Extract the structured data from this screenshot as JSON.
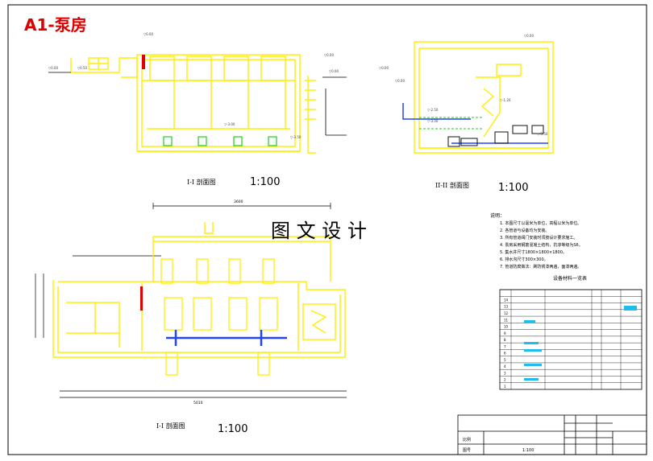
{
  "title": "A1-泵房",
  "watermark": "图 文 设 计",
  "section1": {
    "name": "I-I 剖面图",
    "scale": "1:100"
  },
  "section2": {
    "name": "II-II 剖面图",
    "scale": "1:100"
  },
  "plan": {
    "name": "I-I 剖面图",
    "scale": "1:100"
  },
  "dims": {
    "top": "3600",
    "left_total": "5010"
  },
  "notes_title": "说明：",
  "notes": [
    "1. 本图尺寸以毫米为单位，高程以米为单位。",
    "2. 各管道与设备均为安装。",
    "3. 所有管道阀门安装时须按设计要求施工。",
    "4. 泵房采用钢筋混凝土结构，抗渗等级为S6。",
    "5. 集水井尺寸1800×1800×1800。",
    "6. 排水沟尺寸300×300。",
    "7. 管道防腐做法：刷防锈漆两遍，面漆两遍。"
  ],
  "table_title": "设备材料一览表",
  "table_rows": [
    "1",
    "2",
    "3",
    "4",
    "5",
    "6",
    "7",
    "8",
    "9",
    "10",
    "11",
    "12",
    "13",
    "14"
  ],
  "titleblock": {
    "label1": "比例",
    "label2": "图号",
    "value": "1:100"
  }
}
